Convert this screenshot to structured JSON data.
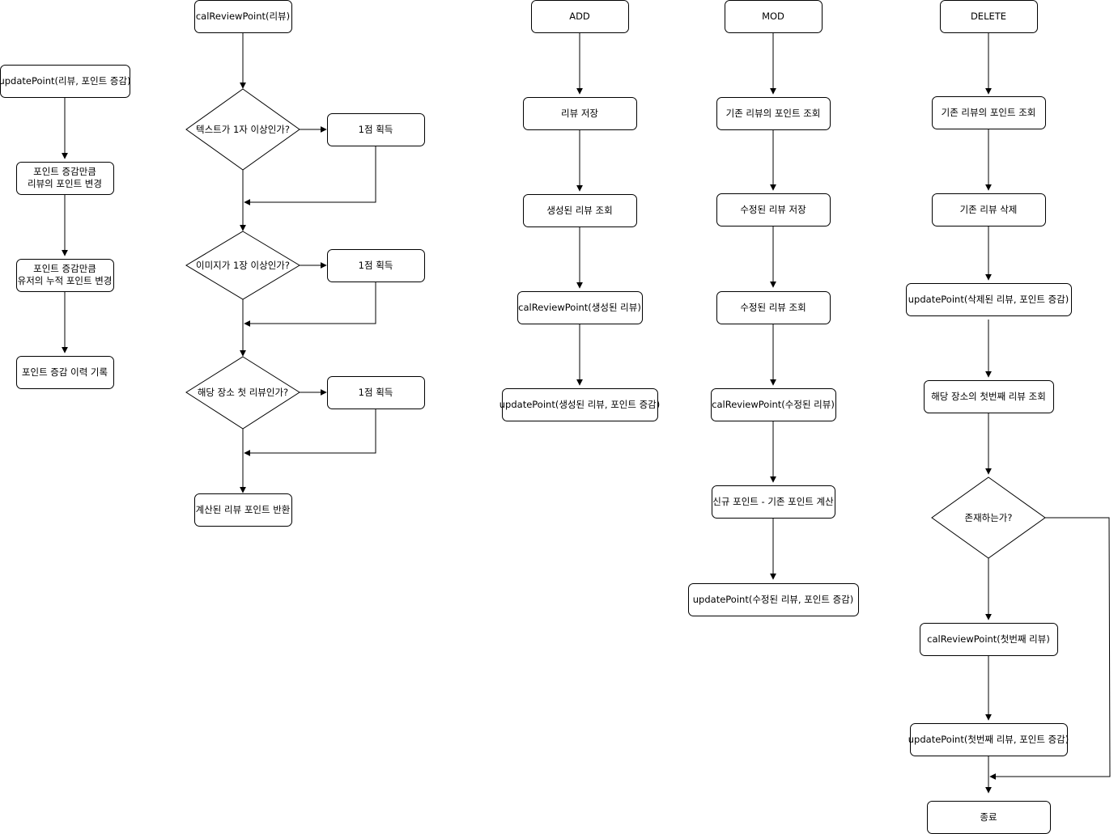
{
  "update_point_flow": {
    "start": "updatePoint(리뷰, 포인트 증감)",
    "step1_line1": "포인트 증감만큼",
    "step1_line2": "리뷰의 포인트 변경",
    "step2_line1": "포인트 증감만큼",
    "step2_line2": "유저의 누적 포인트 변경",
    "step3": "포인트 증감 이력 기록"
  },
  "cal_review_point_flow": {
    "start": "calReviewPoint(리뷰)",
    "decision_text": "텍스트가 1자 이상인가?",
    "decision_image": "이미지가 1장 이상인가?",
    "decision_first": "해당 장소 첫 리뷰인가?",
    "gain_text": "1점 획득",
    "gain_image": "1점 획득",
    "gain_first": "1점 획득",
    "result": "계산된 리뷰 포인트 반환"
  },
  "add_flow": {
    "start": "ADD",
    "step1": "리뷰 저장",
    "step2": "생성된 리뷰 조회",
    "step3": "calReviewPoint(생성된 리뷰)",
    "step4": "updatePoint(생성된 리뷰, 포인트 증감)"
  },
  "mod_flow": {
    "start": "MOD",
    "step1": "기존 리뷰의 포인트 조회",
    "step2": "수정된 리뷰 저장",
    "step3": "수정된 리뷰 조회",
    "step4": "calReviewPoint(수정된 리뷰)",
    "step5": "신규 포인트 - 기존 포인트 계산",
    "step6": "updatePoint(수정된 리뷰, 포인트 증감)"
  },
  "delete_flow": {
    "start": "DELETE",
    "step1": "기존 리뷰의 포인트 조회",
    "step2": "기존 리뷰 삭제",
    "step3": "updatePoint(삭제된 리뷰, 포인트 증감)",
    "step4": "해당 장소의 첫번째 리뷰 조회",
    "decision": "존재하는가?",
    "step5": "calReviewPoint(첫번째 리뷰)",
    "step6": "updatePoint(첫번째 리뷰, 포인트 증감)",
    "end": "종료"
  }
}
